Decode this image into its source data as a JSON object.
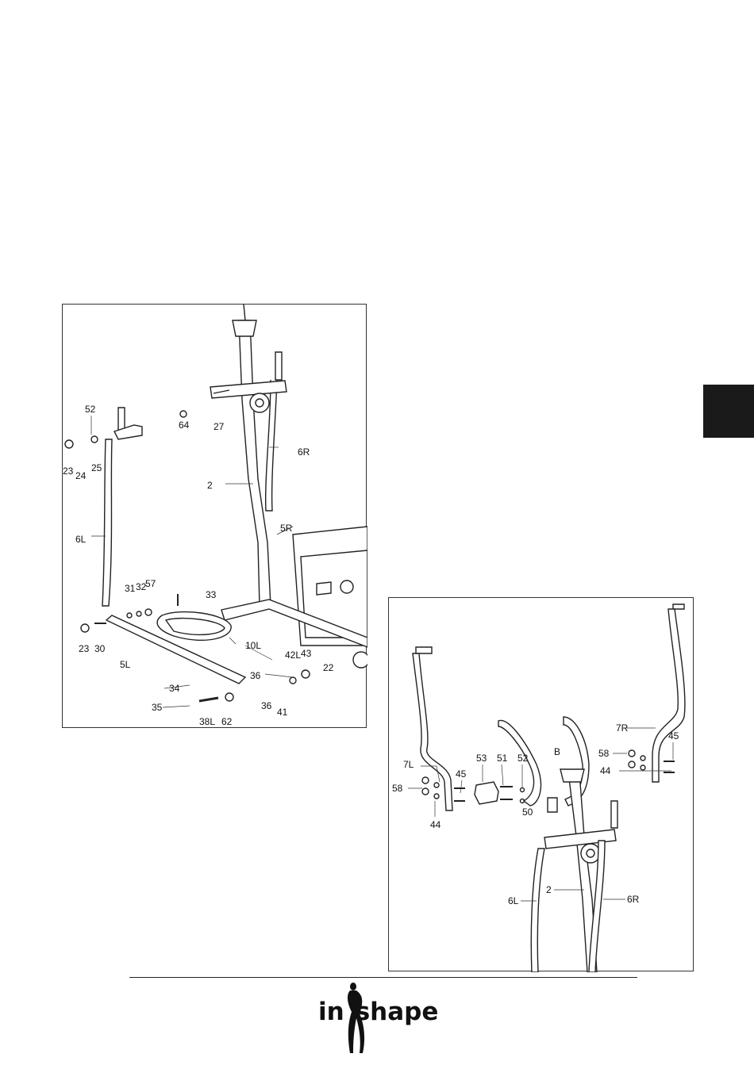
{
  "figure_1": {
    "part_numbers": [
      "52",
      "23",
      "24",
      "25",
      "64",
      "27",
      "6R",
      "2",
      "6L",
      "5R",
      "31",
      "32",
      "57",
      "33",
      "23",
      "30",
      "5L",
      "10L",
      "42L",
      "43",
      "36",
      "22",
      "34",
      "35",
      "38L",
      "62",
      "36",
      "41"
    ]
  },
  "figure_2": {
    "part_numbers": [
      "7R",
      "45",
      "58",
      "44",
      "53",
      "51",
      "52",
      "B",
      "7L",
      "45",
      "58",
      "50",
      "44",
      "2",
      "6L",
      "6R"
    ]
  },
  "brand": {
    "logo_text_left": "in",
    "logo_text_right": "shape",
    "logo_color": "#111111"
  },
  "colors": {
    "tab": "#1a1a1a",
    "line": "#333333"
  }
}
